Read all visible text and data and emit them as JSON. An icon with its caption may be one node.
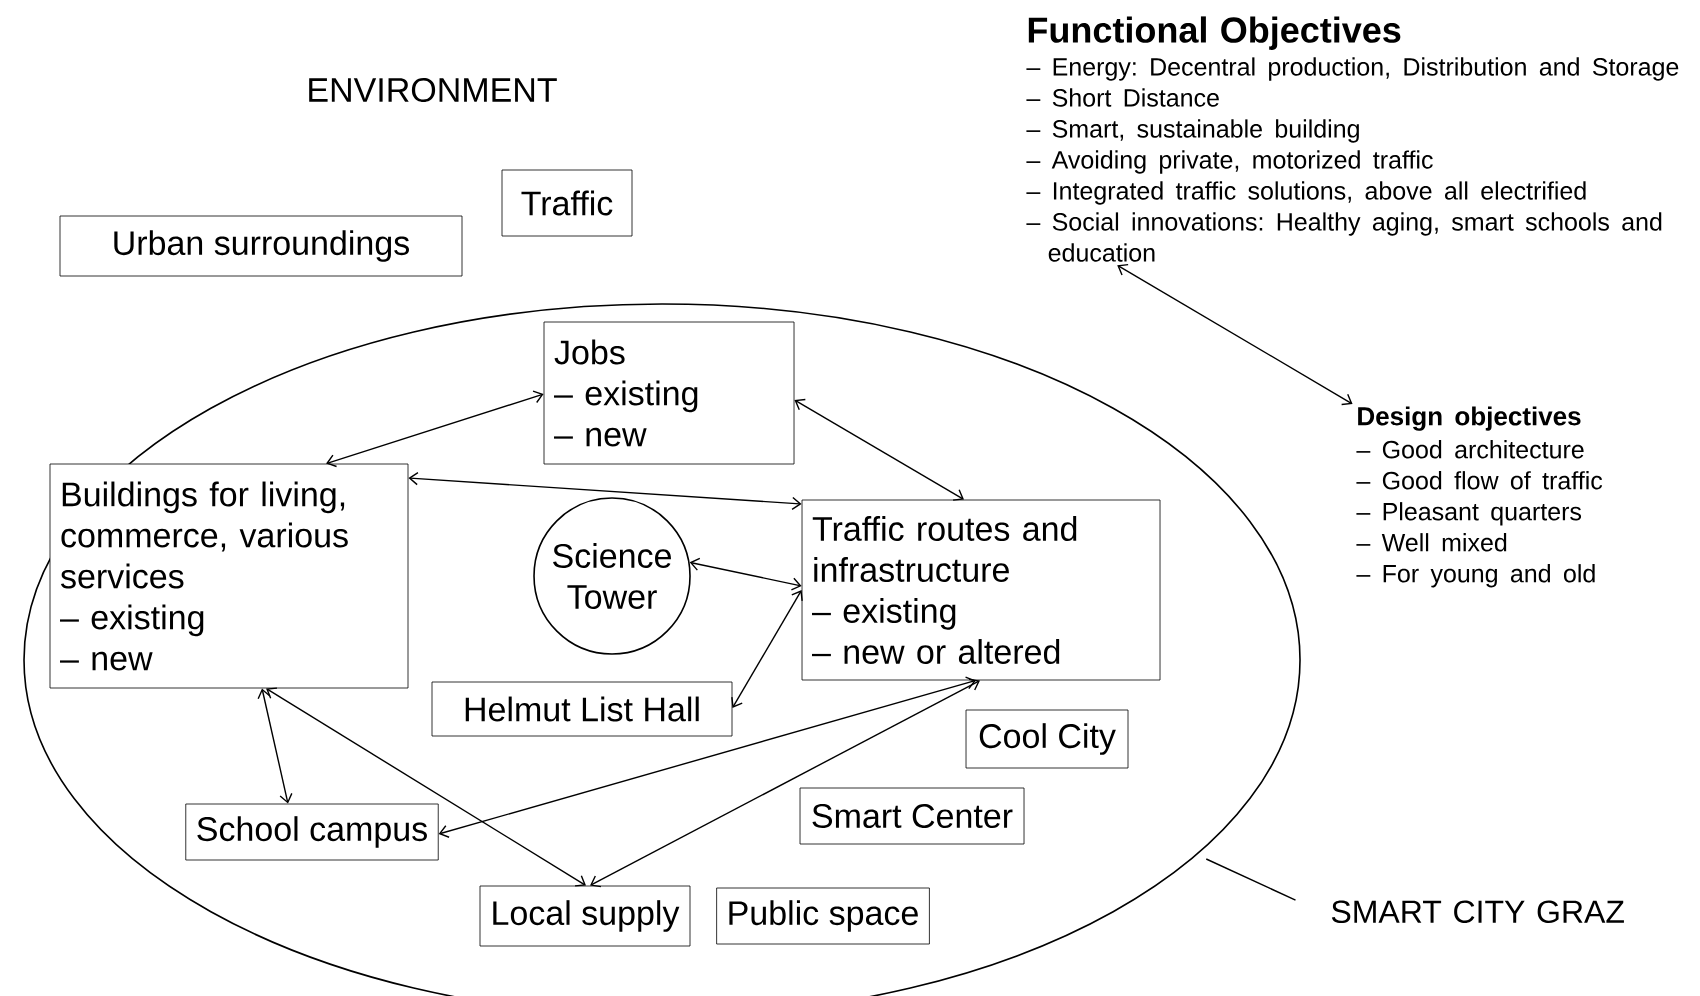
{
  "diagram": {
    "nodes": [
      {
        "text": [
          "Traffic"
        ]
      },
      {
        "text": [
          "Urban surroundings"
        ]
      },
      {
        "text": [
          "Functional Objectives",
          "– Energy: Decentral production, Distribution and Storage",
          "– Short Distance",
          "– Smart, sustainable building",
          "– Avoiding private, motorized traffic",
          "– Integrated traffic solutions, above all electrified",
          "– Social innovations: Healthy aging, smart schools and education"
        ]
      },
      {
        "text": [],
        "shape": "ellipse"
      },
      {
        "text": [
          "Jobs",
          "– existing",
          "– new"
        ],
        "in": 3
      },
      {
        "text": [
          "Buildings for living, commerce, various services",
          "– existing",
          "– new"
        ],
        "in": 3
      },
      {
        "text": [
          "Science Tower"
        ],
        "in": 3
      },
      {
        "text": [
          "Traffic routes and infrastructure",
          "– existing",
          "– new or altered"
        ],
        "in": 3
      },
      {
        "text": [
          "Helmut List Hall"
        ],
        "in": 3
      },
      {
        "text": [
          "Cool City"
        ],
        "in": 3
      },
      {
        "text": [
          "School campus"
        ],
        "in": 3
      },
      {
        "text": [
          "Smart Center"
        ],
        "in": 3
      },
      {
        "text": [
          "Local supply"
        ],
        "in": 3
      },
      {
        "text": [
          "Public space"
        ],
        "in": 3
      },
      {
        "text": [
          "Design objectives",
          "– Good architecture",
          "– Good flow of traffic",
          "– Pleasant quarters",
          "– Well mixed",
          "– For young and old"
        ]
      },
      {
        "text": [
          "SMART CITY GRAZ"
        ]
      }
    ],
    "edges": [
      {
        "from": 5,
        "to": 4,
        "arrow": "both"
      },
      {
        "from": 4,
        "to": 7,
        "arrow": "both"
      },
      {
        "from": 5,
        "to": 7,
        "arrow": "both"
      },
      {
        "from": 6,
        "to": 7,
        "arrow": "both"
      },
      {
        "from": 8,
        "to": 7,
        "arrow": "both"
      },
      {
        "from": 5,
        "to": 10,
        "arrow": "both"
      },
      {
        "from": 5,
        "to": 12,
        "arrow": "both"
      },
      {
        "from": 7,
        "to": 10,
        "arrow": "both"
      },
      {
        "from": 7,
        "to": 12,
        "arrow": "both"
      },
      {
        "from": 2,
        "to": 14,
        "arrow": "both"
      },
      {
        "from": 15,
        "to": 3,
        "arrow": "none"
      }
    ],
    "labels": [
      "ENVIRONMENT"
    ]
  }
}
